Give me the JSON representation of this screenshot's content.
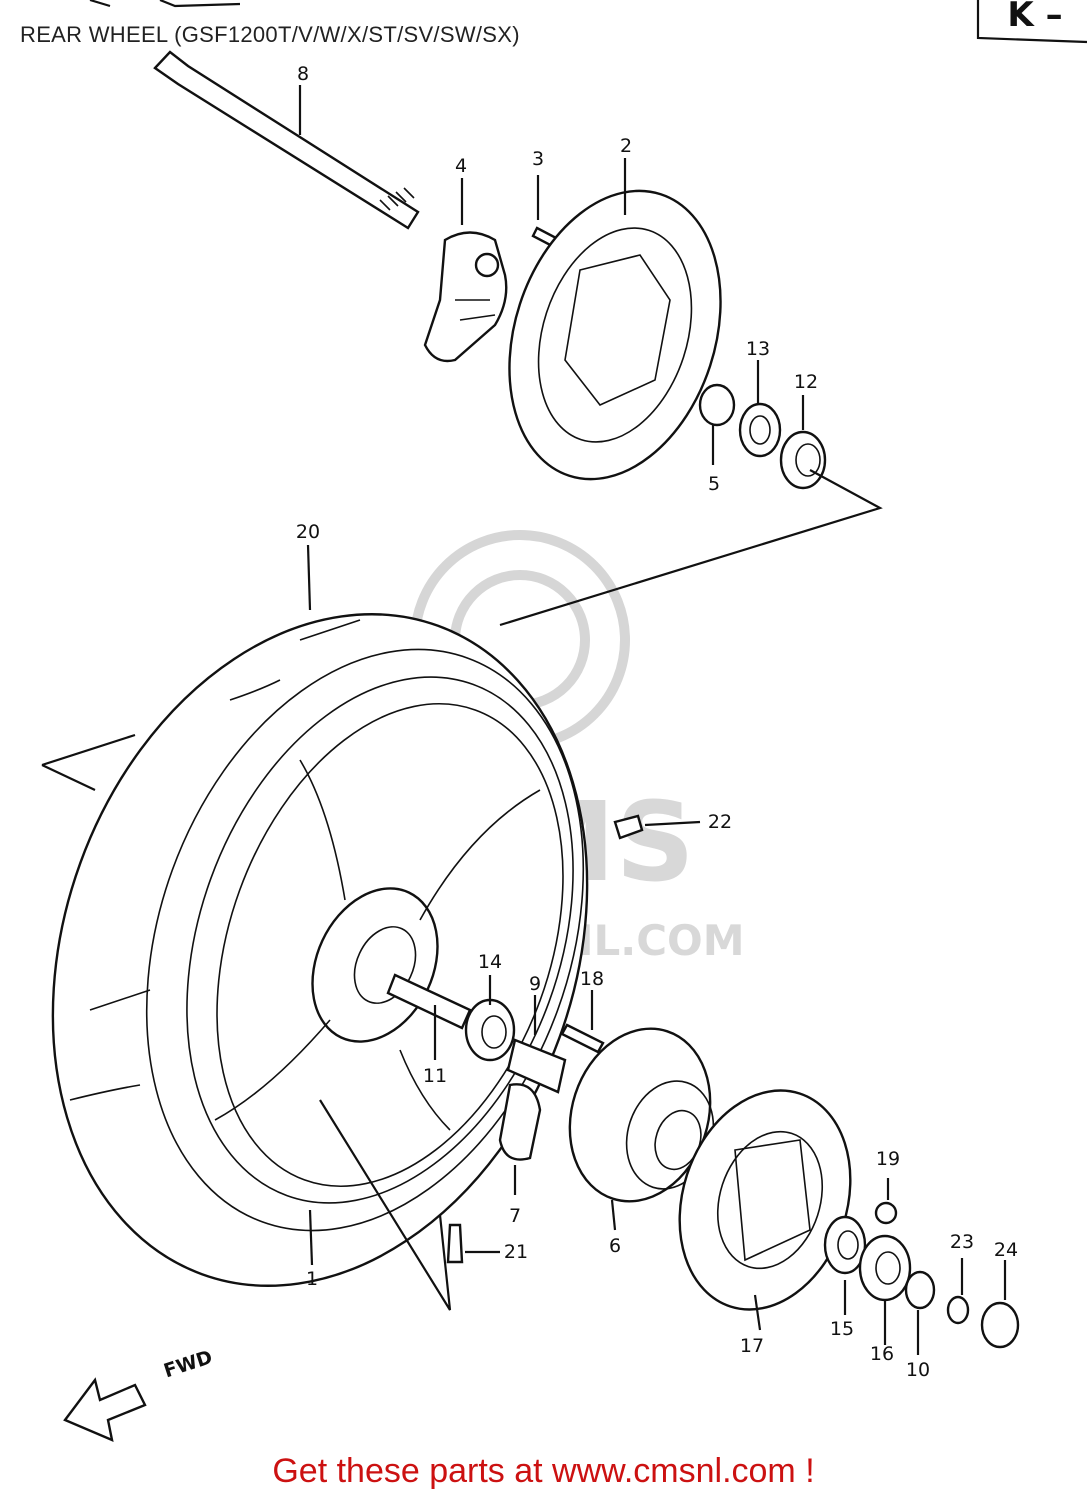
{
  "header": {
    "title": "REAR WHEEL (GSF1200T/V/W/X/ST/SV/SW/SX)",
    "section_tag": "K –"
  },
  "footer": {
    "link_text": "Get these parts at www.cmsnl.com !"
  },
  "watermark": {
    "brand": "CMS",
    "url": "CMSNL.COM"
  },
  "diagram": {
    "direction_label": "FWD",
    "callouts": [
      "1",
      "2",
      "3",
      "4",
      "5",
      "6",
      "7",
      "8",
      "9",
      "10",
      "11",
      "12",
      "13",
      "14",
      "15",
      "16",
      "17",
      "18",
      "19",
      "20",
      "21",
      "22",
      "23",
      "24"
    ]
  }
}
